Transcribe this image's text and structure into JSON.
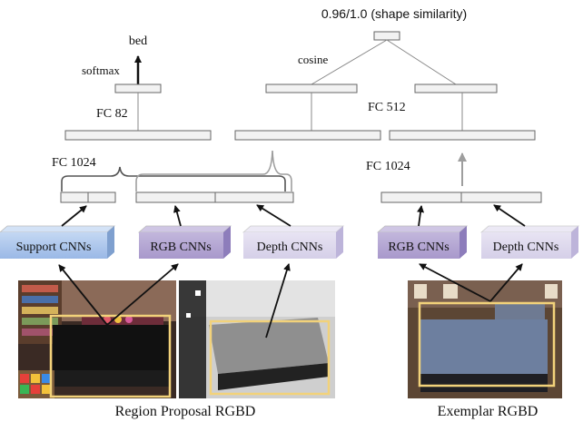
{
  "top_label": "0.96/1.0 (shape similarity)",
  "labels": {
    "bed": "bed",
    "softmax": "softmax",
    "fc82": "FC 82",
    "cosine": "cosine",
    "fc512": "FC 512",
    "fc1024_left": "FC 1024",
    "fc1024_right": "FC 1024"
  },
  "cnn_boxes": {
    "support": "Support CNNs",
    "rgb_left": "RGB CNNs",
    "depth_left": "Depth CNNs",
    "rgb_right": "RGB CNNs",
    "depth_right": "Depth CNNs"
  },
  "captions": {
    "left": "Region Proposal RGBD",
    "right": "Exemplar RGBD"
  },
  "colors": {
    "support_box": "#a9c4ea",
    "rgb_box": "#b3a6d1",
    "depth_box": "#dcd7ec",
    "fc_fill": "#f2f2f2",
    "fc_stroke": "#666666",
    "bracket_dark": "#555555",
    "bracket_light": "#9e9e9e",
    "highlight_rect": "#f2d27a"
  }
}
